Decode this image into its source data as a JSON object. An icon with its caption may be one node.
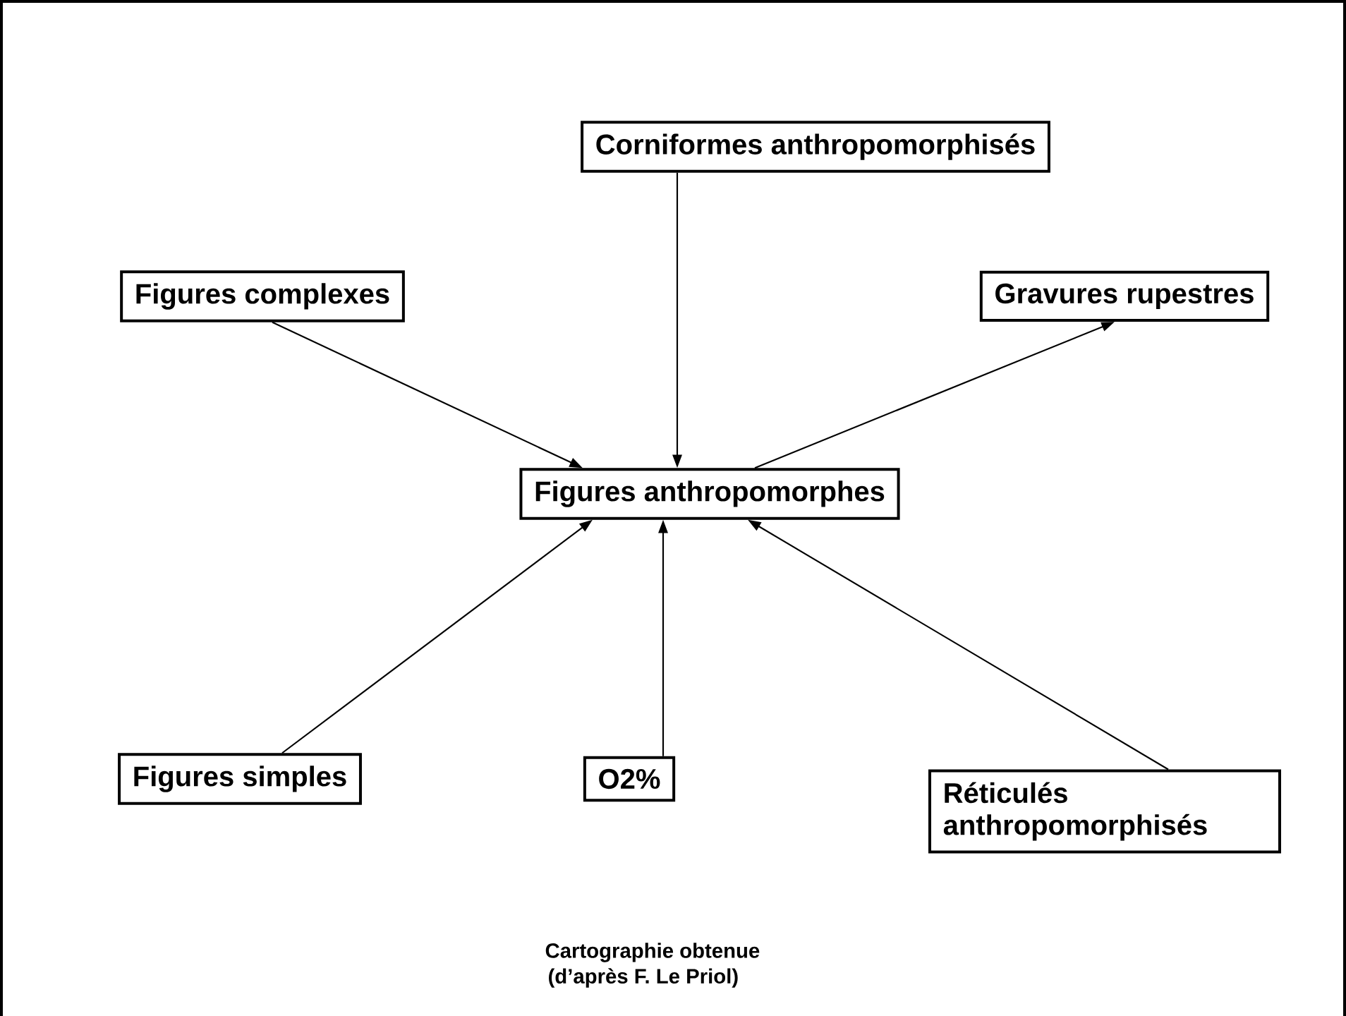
{
  "diagram": {
    "nodes": [
      {
        "text": [
          "Corniformes anthropomorphisés"
        ]
      },
      {
        "text": [
          "Figures complexes"
        ]
      },
      {
        "text": [
          "Gravures rupestres"
        ]
      },
      {
        "text": [
          "Figures anthropomorphes"
        ]
      },
      {
        "text": [
          "Figures simples"
        ]
      },
      {
        "text": [
          "O2%"
        ]
      },
      {
        "text": [
          "Réticulés anthropomorphisés"
        ]
      }
    ],
    "edges": [
      {
        "from": 0,
        "to": 3,
        "arrow": "to"
      },
      {
        "from": 1,
        "to": 3,
        "arrow": "to"
      },
      {
        "from": 3,
        "to": 2,
        "arrow": "to"
      },
      {
        "from": 4,
        "to": 3,
        "arrow": "to"
      },
      {
        "from": 5,
        "to": 3,
        "arrow": "to"
      },
      {
        "from": 6,
        "to": 3,
        "arrow": "to"
      }
    ],
    "labels": [
      "Cartographie obtenue",
      "(d’après F. Le Priol)"
    ]
  }
}
